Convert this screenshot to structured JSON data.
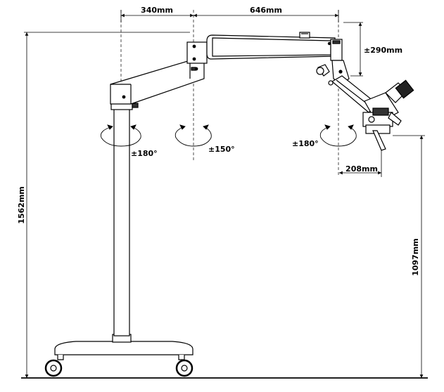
{
  "dimensions": {
    "span_left": "340mm",
    "span_right": "646mm",
    "vertical_travel": "±290mm",
    "total_height": "1562mm",
    "optics_height": "1097mm",
    "optics_offset": "208mm"
  },
  "rotations": {
    "column": "±180°",
    "middle_joint": "±150°",
    "head_joint": "±180°"
  }
}
